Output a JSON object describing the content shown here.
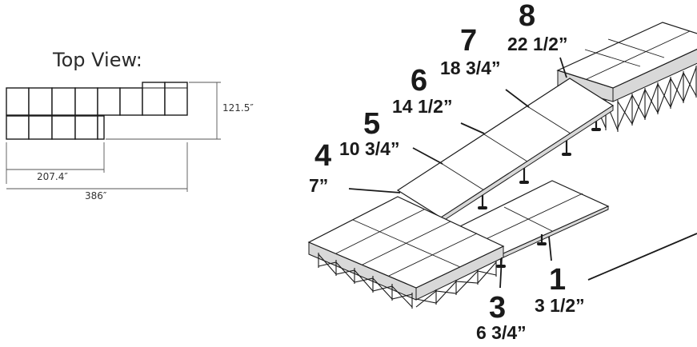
{
  "top_view": {
    "title": "Top View:",
    "dim_height": "121.5″",
    "dim_partial": "207.4″",
    "dim_total": "386″"
  },
  "callouts": [
    {
      "number": "1",
      "height": "3 1/2”"
    },
    {
      "number": "3",
      "height": "6 3/4”"
    },
    {
      "number": "4",
      "height": "7”"
    },
    {
      "number": "5",
      "height": "10 3/4”"
    },
    {
      "number": "6",
      "height": "14 1/2”"
    },
    {
      "number": "7",
      "height": "18 3/4”"
    },
    {
      "number": "8",
      "height": "22 1/2”"
    }
  ]
}
